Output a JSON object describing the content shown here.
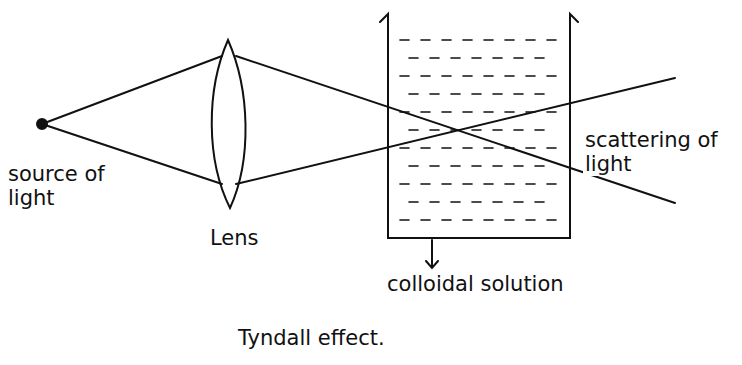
{
  "diagram": {
    "caption": "Tyndall effect.",
    "labels": [
      "source of light",
      "Lens",
      "scattering of light",
      "colloidal solution"
    ]
  }
}
